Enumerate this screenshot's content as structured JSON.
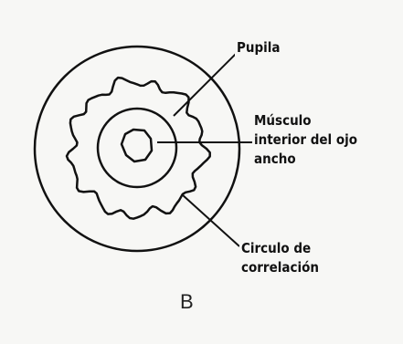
{
  "labels": {
    "pupila": "Pupila",
    "musculo": [
      "Músculo",
      "interior del ojo",
      "ancho"
    ],
    "circulo": [
      "Circulo de",
      "correlación"
    ]
  },
  "figure_letter": "B"
}
